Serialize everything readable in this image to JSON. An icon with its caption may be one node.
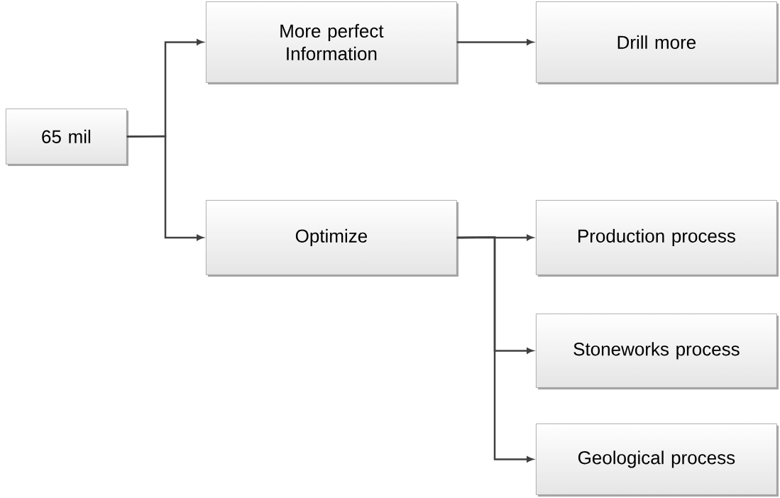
{
  "diagram": {
    "nodes": [
      {
        "text": [
          "65 mil"
        ]
      },
      {
        "text": [
          "More perfect Information"
        ]
      },
      {
        "text": [
          "Drill more"
        ]
      },
      {
        "text": [
          "Optimize"
        ]
      },
      {
        "text": [
          "Production process"
        ]
      },
      {
        "text": [
          "Stoneworks process"
        ]
      },
      {
        "text": [
          "Geological process"
        ]
      }
    ],
    "edges": [
      {
        "from": 0,
        "to": 1,
        "arrow": "to"
      },
      {
        "from": 0,
        "to": 3,
        "arrow": "to"
      },
      {
        "from": 1,
        "to": 2,
        "arrow": "to"
      },
      {
        "from": 3,
        "to": 4,
        "arrow": "to"
      },
      {
        "from": 3,
        "to": 5,
        "arrow": "to"
      },
      {
        "from": 3,
        "to": 6,
        "arrow": "to"
      }
    ]
  }
}
